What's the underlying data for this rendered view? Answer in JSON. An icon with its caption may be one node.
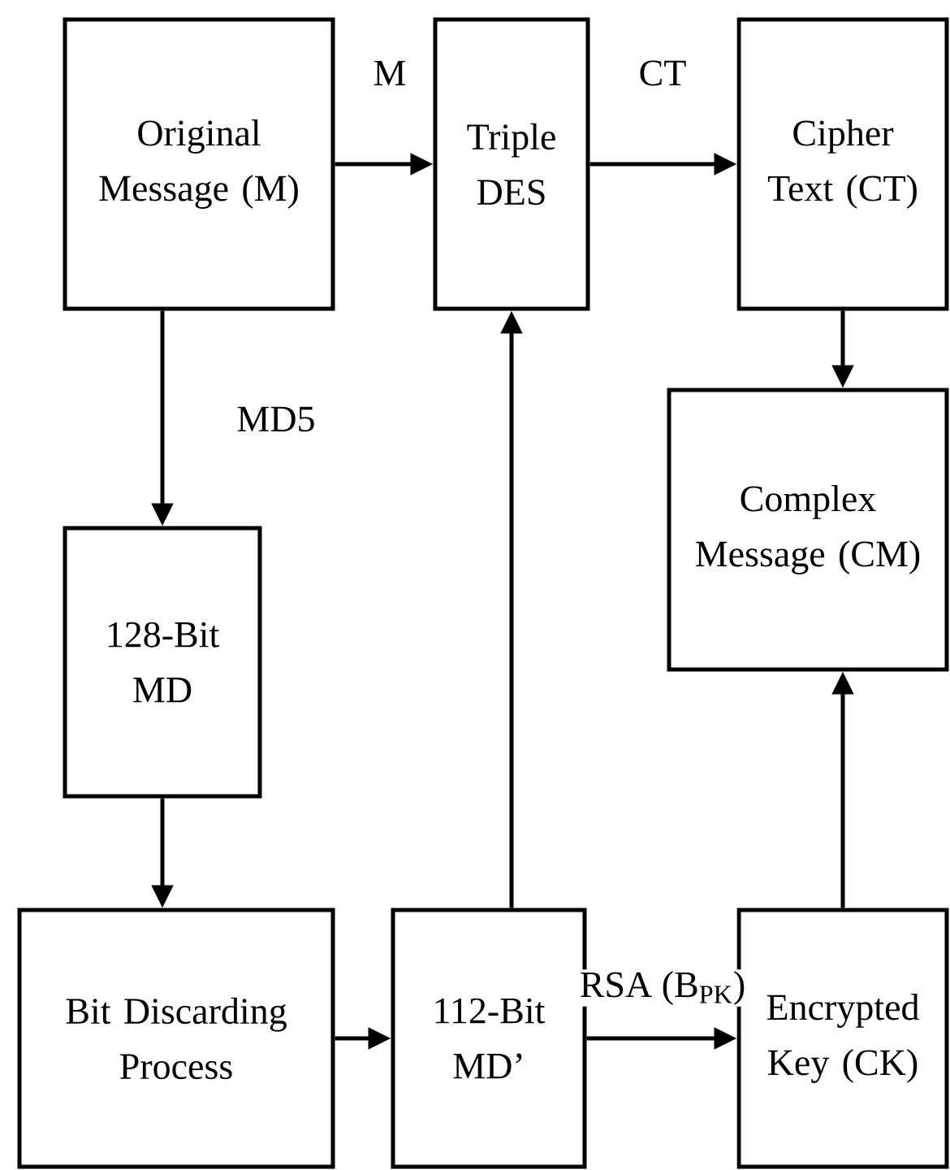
{
  "diagram": {
    "nodes": [
      {
        "text": [
          "Original Message (M)"
        ]
      },
      {
        "text": [
          "Triple DES"
        ]
      },
      {
        "text": [
          "Cipher Text (CT)"
        ]
      },
      {
        "text": [
          "Complex Message (CM)"
        ]
      },
      {
        "text": [
          "128-Bit MD"
        ]
      },
      {
        "text": [
          "Bit Discarding Process"
        ]
      },
      {
        "text": [
          "112-Bit MD’"
        ]
      },
      {
        "text": [
          "Encrypted Key (CK)"
        ]
      }
    ],
    "edges": [
      {
        "from": 0,
        "to": 1,
        "arrow": "to",
        "label": "M"
      },
      {
        "from": 1,
        "to": 2,
        "arrow": "to",
        "label": "CT"
      },
      {
        "from": 2,
        "to": 3,
        "arrow": "to"
      },
      {
        "from": 0,
        "to": 4,
        "arrow": "to",
        "label": "MD5"
      },
      {
        "from": 4,
        "to": 5,
        "arrow": "to"
      },
      {
        "from": 5,
        "to": 6,
        "arrow": "to"
      },
      {
        "from": 6,
        "to": 1,
        "arrow": "to"
      },
      {
        "from": 6,
        "to": 7,
        "arrow": "to",
        "label": "RSA (B$_{PK}$)"
      },
      {
        "from": 7,
        "to": 3,
        "arrow": "to"
      }
    ]
  }
}
